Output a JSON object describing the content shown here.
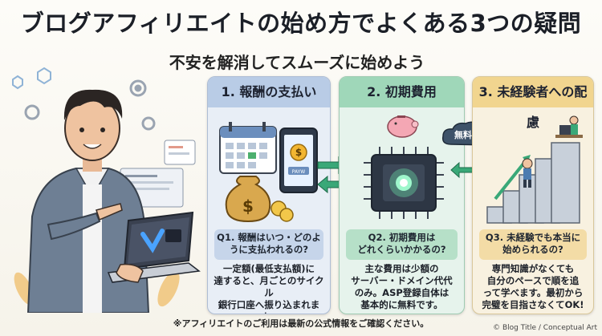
{
  "header": {
    "title": "ブログアフィリエイトの始め方でよくある3つの疑問",
    "subtitle": "不安を解消してスムーズに始めよう"
  },
  "cards": [
    {
      "heading": "1. 報酬の支払い",
      "question": "Q1. 報酬はいつ・どのように支払われるの?",
      "answer": "一定額(最低支払額)に\n達すると、月ごとのサイクル\n銀行口座へ振り込まれます。\n(各ASPで条件確認)"
    },
    {
      "heading": "2. 初期費用",
      "question": "Q2. 初期費用は\nどれくらいかかるの?",
      "answer": "主な費用は少額の\nサーバー・ドメイン代代\nのみ。ASP登録自体は\n基本的に無料です。"
    },
    {
      "heading": "3. 未経験者への配慮",
      "question": "Q3. 未経験でも本当に\n始められるの?",
      "answer": "専門知識がなくても\n自分のペースで順を追\nって学べます。最初から\n完璧を目指さなくてOK!"
    }
  ],
  "badge": {
    "label": "無料登録"
  },
  "illustration": {
    "pay_label": "PAYW"
  },
  "footer": {
    "note": "※アフィリエイトのご利用は最新の公式情報をご確認ください。",
    "credit": "© Blog Title / Conceptual Art"
  },
  "colors": {
    "card1_head": "#b9cce6",
    "card2_head": "#9fd7b9",
    "card3_head": "#f1d58f",
    "chip_glow": "#6ff0b0",
    "arrow_green": "#3aa878"
  },
  "icons": [
    "gear-icon",
    "calendar-icon",
    "smartphone-icon",
    "money-bag-icon",
    "piggy-bank-icon",
    "chip-icon",
    "cloud-badge-icon",
    "staircase-icon",
    "laptop-icon"
  ]
}
